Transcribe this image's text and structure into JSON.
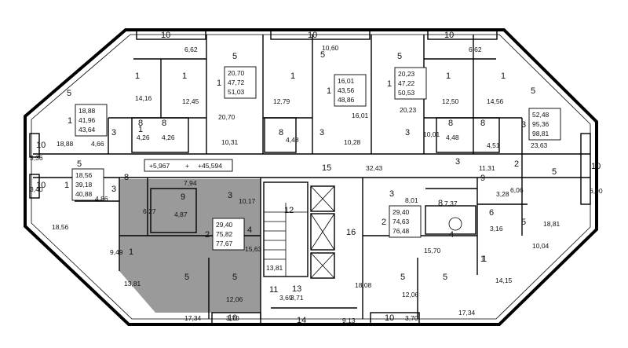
{
  "highlight_color": "#9a9a9a",
  "elevations": {
    "relative": "+5,967",
    "absolute": "+45,594"
  },
  "apartments": [
    {
      "rooms": "1",
      "living": "18,88",
      "total": "41,96",
      "gross": "43,64"
    },
    {
      "rooms": "1",
      "living": "20,70",
      "total": "47,72",
      "gross": "51,03"
    },
    {
      "rooms": "1",
      "living": "16,01",
      "total": "43,56",
      "gross": "48,86"
    },
    {
      "rooms": "1",
      "living": "20,23",
      "total": "47,22",
      "gross": "50,53"
    },
    {
      "rooms": "3",
      "living": "52,48",
      "total": "95,36",
      "gross": "98,81"
    },
    {
      "rooms": "1",
      "living": "18,56",
      "total": "39,18",
      "gross": "40,88"
    },
    {
      "rooms": "2",
      "living": "29,40",
      "total": "75,82",
      "gross": "77,67"
    },
    {
      "rooms": "2",
      "living": "29,40",
      "total": "74,63",
      "gross": "76,48"
    }
  ],
  "labels": [
    {
      "text": "10"
    },
    {
      "text": "6,62"
    },
    {
      "text": "5"
    },
    {
      "text": "1"
    },
    {
      "text": "1"
    },
    {
      "text": "5"
    },
    {
      "text": "1"
    },
    {
      "text": "14,16"
    },
    {
      "text": "12,45"
    },
    {
      "text": "20,70"
    },
    {
      "text": "8"
    },
    {
      "text": "8"
    },
    {
      "text": "3"
    },
    {
      "text": "4,26"
    },
    {
      "text": "4,26"
    },
    {
      "text": "4,66"
    },
    {
      "text": "18,88"
    },
    {
      "text": "10,31"
    },
    {
      "text": "10"
    },
    {
      "text": "10,60"
    },
    {
      "text": "1"
    },
    {
      "text": "5"
    },
    {
      "text": "12,79"
    },
    {
      "text": "16,01"
    },
    {
      "text": "8"
    },
    {
      "text": "4,48"
    },
    {
      "text": "3"
    },
    {
      "text": "10,28"
    },
    {
      "text": "10"
    },
    {
      "text": "6,62"
    },
    {
      "text": "5"
    },
    {
      "text": "1"
    },
    {
      "text": "1"
    },
    {
      "text": "5"
    },
    {
      "text": "20,23"
    },
    {
      "text": "12,50"
    },
    {
      "text": "14,56"
    },
    {
      "text": "8"
    },
    {
      "text": "8"
    },
    {
      "text": "3"
    },
    {
      "text": "10,01"
    },
    {
      "text": "4,48"
    },
    {
      "text": "4,51"
    },
    {
      "text": "23,63"
    },
    {
      "text": "10"
    },
    {
      "text": "3,36"
    },
    {
      "text": "10"
    },
    {
      "text": "3,40"
    },
    {
      "text": "5"
    },
    {
      "text": "3"
    },
    {
      "text": "8"
    },
    {
      "text": "4,86"
    },
    {
      "text": "7,94"
    },
    {
      "text": "9"
    },
    {
      "text": "6,27"
    },
    {
      "text": "4,87"
    },
    {
      "text": "18,56"
    },
    {
      "text": "9,49"
    },
    {
      "text": "13,81"
    },
    {
      "text": "5"
    },
    {
      "text": "5"
    },
    {
      "text": "17,34"
    },
    {
      "text": "10"
    },
    {
      "text": "3,70"
    },
    {
      "text": "12,06"
    },
    {
      "text": "3"
    },
    {
      "text": "10,17"
    },
    {
      "text": "4"
    },
    {
      "text": "15,63"
    },
    {
      "text": "15"
    },
    {
      "text": "32,43"
    },
    {
      "text": "12"
    },
    {
      "text": "16"
    },
    {
      "text": "13,81"
    },
    {
      "text": "11"
    },
    {
      "text": "3,69"
    },
    {
      "text": "13"
    },
    {
      "text": "3,71"
    },
    {
      "text": "14"
    },
    {
      "text": "9,13"
    },
    {
      "text": "18,08"
    },
    {
      "text": "3"
    },
    {
      "text": "8,01"
    },
    {
      "text": "8"
    },
    {
      "text": "7,37"
    },
    {
      "text": "4"
    },
    {
      "text": "15,70"
    },
    {
      "text": "5"
    },
    {
      "text": "5"
    },
    {
      "text": "12,06"
    },
    {
      "text": "10"
    },
    {
      "text": "3,70"
    },
    {
      "text": "17,34"
    },
    {
      "text": "3"
    },
    {
      "text": "11,31"
    },
    {
      "text": "2"
    },
    {
      "text": "9"
    },
    {
      "text": "3,28"
    },
    {
      "text": "6,06"
    },
    {
      "text": "6"
    },
    {
      "text": "3,16"
    },
    {
      "text": "5"
    },
    {
      "text": "18,81"
    },
    {
      "text": "10,04"
    },
    {
      "text": "1"
    },
    {
      "text": "14,15"
    },
    {
      "text": "5"
    },
    {
      "text": "10"
    },
    {
      "text": "6,90"
    },
    {
      "text": "1"
    },
    {
      "text": "1"
    }
  ]
}
